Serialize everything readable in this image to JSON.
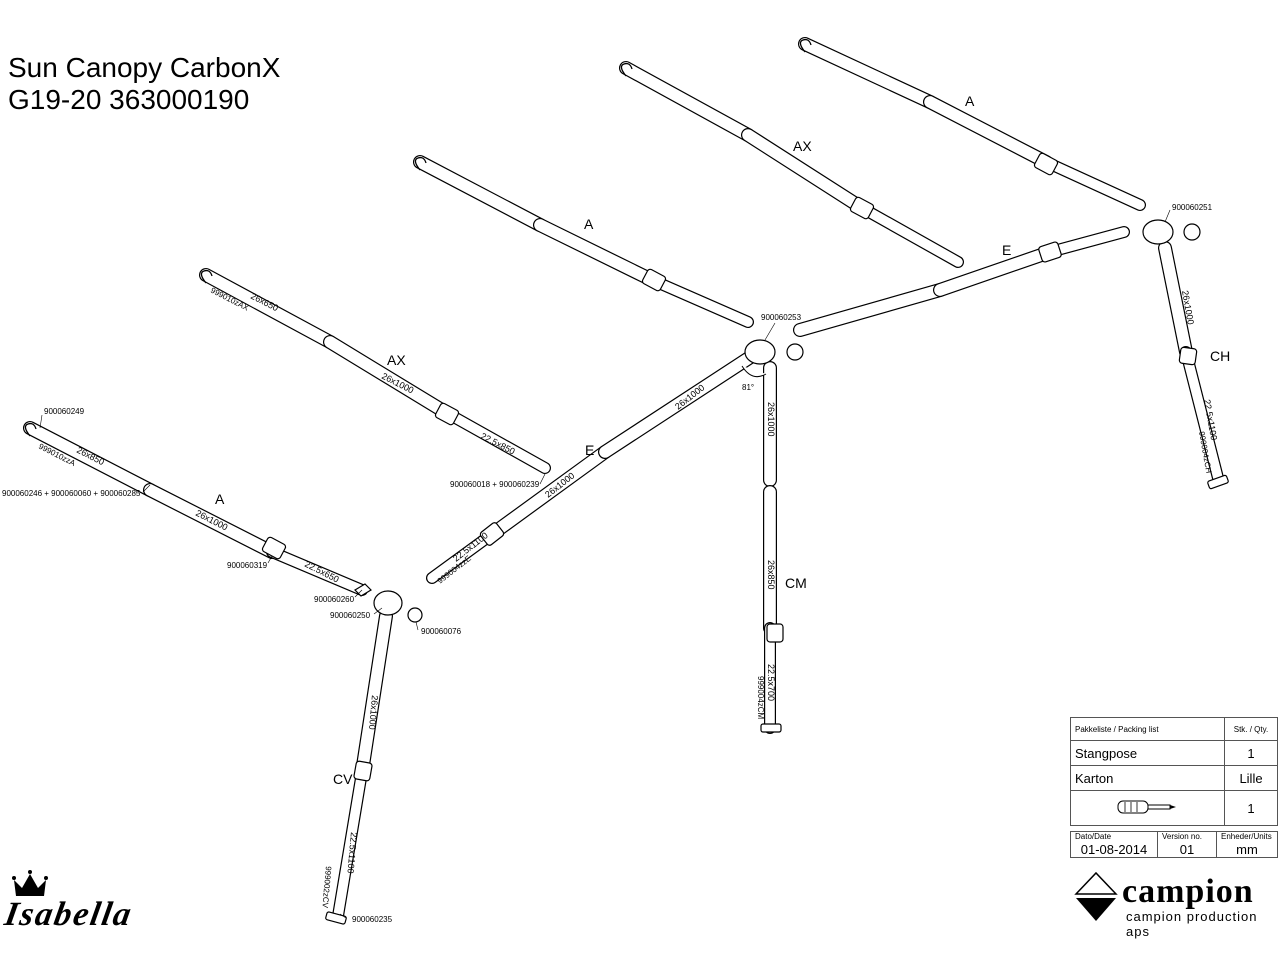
{
  "title": {
    "line1": "Sun Canopy CarbonX",
    "line2": "G19-20 363000190"
  },
  "labels": {
    "A": "A",
    "AX": "AX",
    "E": "E",
    "CH": "CH",
    "CM": "CM",
    "CV": "CV",
    "angle": "81°"
  },
  "dimensions": {
    "d26x1000": "26x1000",
    "d26x850": "26x850",
    "d22_5x850": "22.5x850",
    "d22_5x1100": "22.5x1100",
    "d22_5x700": "22.5x700",
    "d22_5x650": "22.5x650"
  },
  "part_numbers": {
    "p249": "900060249",
    "p246": "900060246 + 900060060 + 900060285",
    "p319": "900060319",
    "p260": "900060260",
    "p250": "900060250",
    "p076": "900060076",
    "p235": "900060235",
    "p018": "900060018 + 900060239",
    "p253": "900060253",
    "p251": "900060251",
    "zA": "999010zzA",
    "zAX": "999010zAX",
    "zE": "999004zzE",
    "zCM": "999004zCM",
    "zCH": "999004zCH",
    "zCV": "999002zCV"
  },
  "packing_list": {
    "header_item": "Pakkeliste / Packing list",
    "header_qty": "Stk. / Qty.",
    "rows": [
      {
        "item": "Stangpose",
        "qty": "1"
      },
      {
        "item": "Karton",
        "qty": "Lille"
      }
    ],
    "icon_row": {
      "icon": "screwdriver-icon",
      "qty": "1"
    },
    "date_label": "Dato/Date",
    "date_value": "01-08-2014",
    "version_label": "Version no.",
    "version_value": "01",
    "units_label": "Enheder/Units",
    "units_value": "mm"
  },
  "logos": {
    "campion": "campion",
    "campion_sub": "campion production aps",
    "isabella": "Isabella"
  },
  "colors": {
    "line": "#000000",
    "tube_fill": "#ffffff",
    "table_border": "#555555"
  }
}
